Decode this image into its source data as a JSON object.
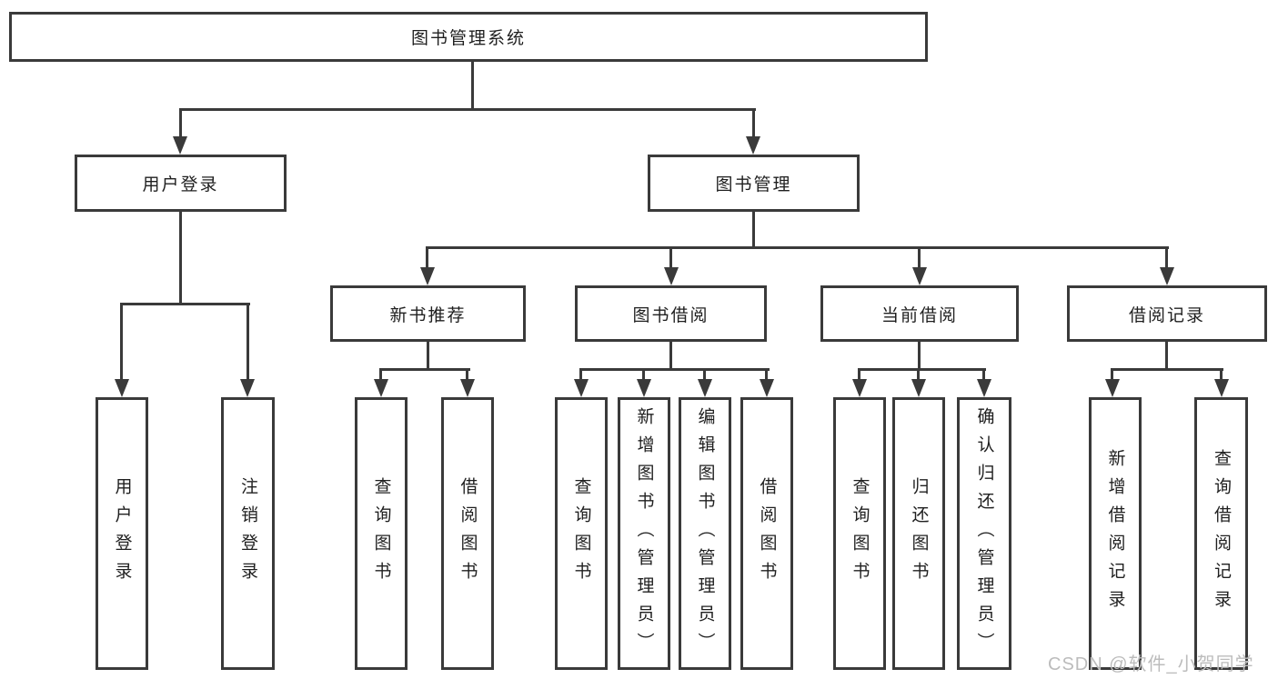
{
  "tree": {
    "label": "图书管理系统",
    "children": [
      {
        "label": "用户登录",
        "children": [
          {
            "label": "用户登录"
          },
          {
            "label": "注销登录"
          }
        ]
      },
      {
        "label": "图书管理",
        "children": [
          {
            "label": "新书推荐",
            "children": [
              {
                "label": "查询图书"
              },
              {
                "label": "借阅图书"
              }
            ]
          },
          {
            "label": "图书借阅",
            "children": [
              {
                "label": "查询图书"
              },
              {
                "label": "新增图书（管理员）"
              },
              {
                "label": "编辑图书（管理员）"
              },
              {
                "label": "借阅图书"
              }
            ]
          },
          {
            "label": "当前借阅",
            "children": [
              {
                "label": "查询图书"
              },
              {
                "label": "归还图书"
              },
              {
                "label": "确认归还（管理员）"
              }
            ]
          },
          {
            "label": "借阅记录",
            "children": [
              {
                "label": "新增借阅记录"
              },
              {
                "label": "查询借阅记录"
              }
            ]
          }
        ]
      }
    ]
  },
  "watermark": "CSDN @软件_小贺同学",
  "colors": {
    "line": "#3a3a3a",
    "text": "#1f1f1f",
    "background": "#ffffff",
    "watermark": "#bcbcbc"
  }
}
